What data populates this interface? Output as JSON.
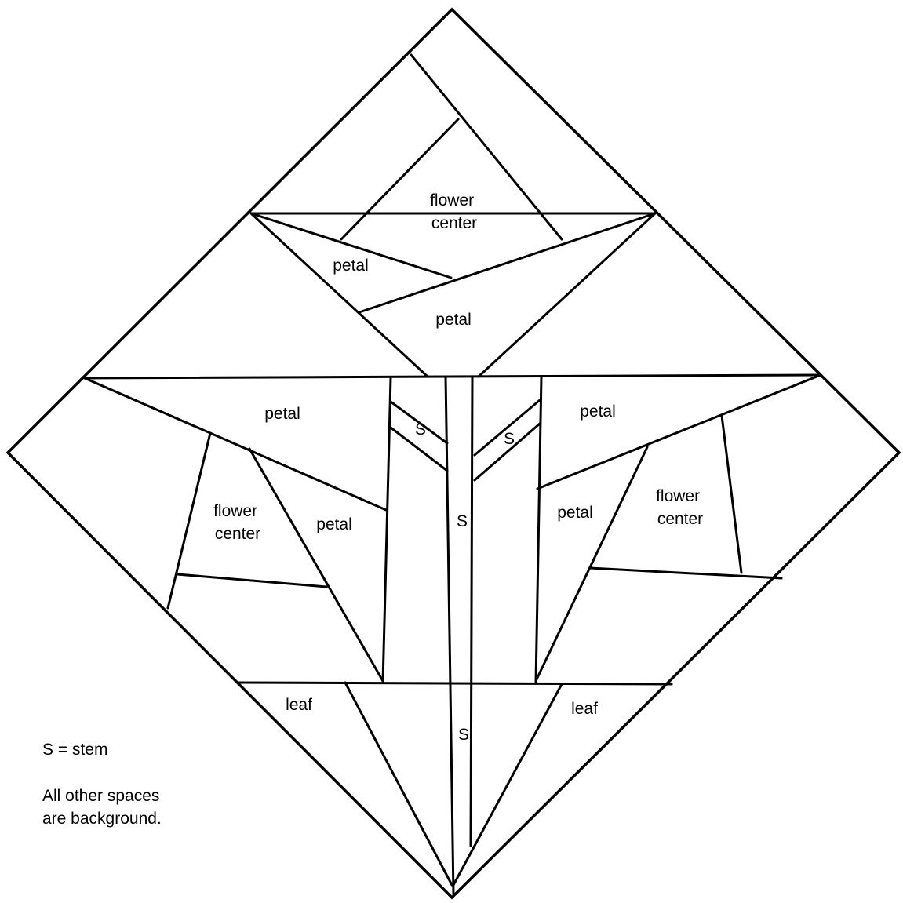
{
  "labels": {
    "top_flower_center": [
      "flower",
      "center"
    ],
    "top_petal_small": "petal",
    "top_petal_large": "petal",
    "left_petal_upper": "petal",
    "left_flower_center": [
      "flower",
      "center"
    ],
    "left_petal_lower": "petal",
    "right_petal_upper": "petal",
    "right_petal_lower": "petal",
    "right_flower_center": [
      "flower",
      "center"
    ],
    "stem_left": "S",
    "stem_right": "S",
    "stem_center": "S",
    "stem_bottom": "S",
    "leaf_left": "leaf",
    "leaf_right": "leaf"
  },
  "legend": {
    "stem_key": "S = stem",
    "note_line1": "All other spaces",
    "note_line2": "are background."
  },
  "colors": {
    "line": "#000000",
    "background": "#ffffff"
  }
}
